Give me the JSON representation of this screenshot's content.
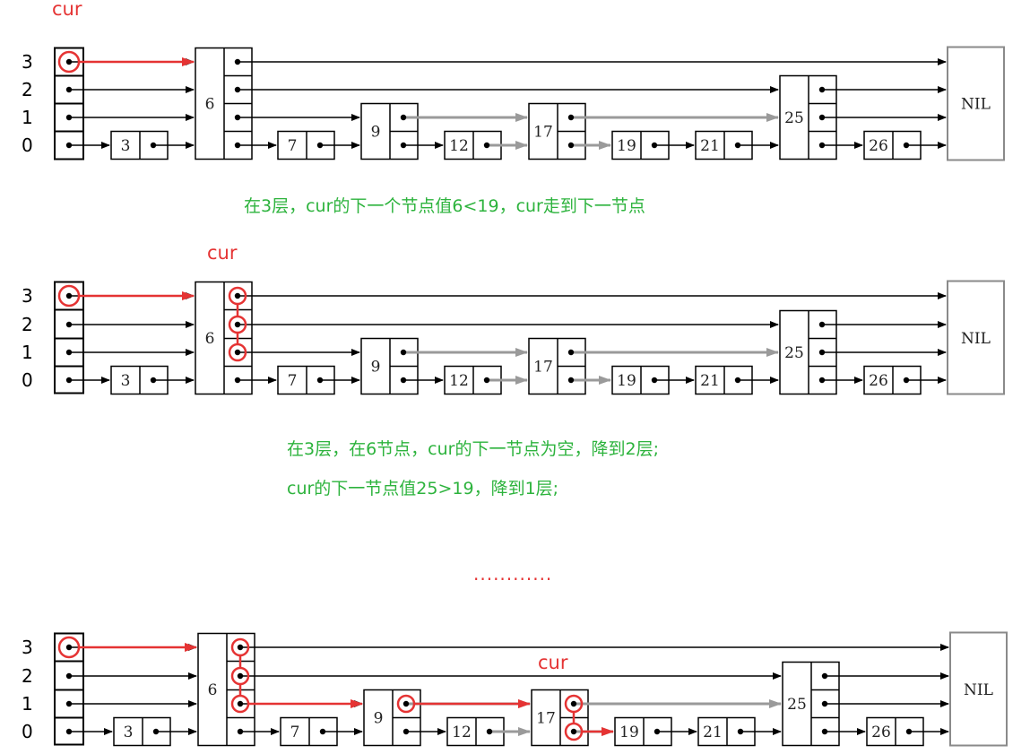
{
  "levels": [
    "3",
    "2",
    "1",
    "0"
  ],
  "cur_label": "cur",
  "nil_label": "NIL",
  "skip_list": {
    "keys": [
      "3",
      "6",
      "7",
      "9",
      "12",
      "17",
      "19",
      "21",
      "25",
      "26"
    ],
    "node_heights": [
      1,
      4,
      1,
      2,
      1,
      2,
      1,
      1,
      3,
      1
    ]
  },
  "captions": {
    "step1": "在3层，cur的下一个节点值6<19，cur走到下一节点",
    "step2_line1": "在3层，在6节点，cur的下一节点为空，降到2层;",
    "step2_line2": "cur的下一节点值25>19，降到1层;"
  },
  "ellipsis": "............",
  "colors": {
    "caption": "#2db33d",
    "highlight": "#e53333",
    "node_border": "#000000",
    "gray_arrow": "#9a9a9a"
  },
  "diagrams": [
    {
      "cur_at": "header",
      "highlight_path": [
        {
          "type": "circle",
          "node": "header",
          "level": 3
        },
        {
          "type": "arrow",
          "from": "header",
          "to": "6",
          "level": 3
        }
      ]
    },
    {
      "cur_at": "6",
      "highlight_path": [
        {
          "type": "circle",
          "node": "header",
          "level": 3
        },
        {
          "type": "arrow",
          "from": "header",
          "to": "6",
          "level": 3
        },
        {
          "type": "circle",
          "node": "6",
          "level": 3
        },
        {
          "type": "circle",
          "node": "6",
          "level": 2
        },
        {
          "type": "circle",
          "node": "6",
          "level": 1
        }
      ]
    },
    {
      "cur_at": "17",
      "highlight_path": [
        {
          "type": "circle",
          "node": "header",
          "level": 3
        },
        {
          "type": "arrow",
          "from": "header",
          "to": "6",
          "level": 3
        },
        {
          "type": "circle",
          "node": "6",
          "level": 3
        },
        {
          "type": "circle",
          "node": "6",
          "level": 2
        },
        {
          "type": "circle",
          "node": "6",
          "level": 1
        },
        {
          "type": "arrow",
          "from": "6",
          "to": "9",
          "level": 1
        },
        {
          "type": "circle",
          "node": "9",
          "level": 1
        },
        {
          "type": "arrow",
          "from": "9",
          "to": "17",
          "level": 1
        },
        {
          "type": "circle",
          "node": "17",
          "level": 1
        },
        {
          "type": "circle",
          "node": "17",
          "level": 0
        },
        {
          "type": "arrow",
          "from": "17",
          "to": "19",
          "level": 0
        }
      ]
    }
  ]
}
